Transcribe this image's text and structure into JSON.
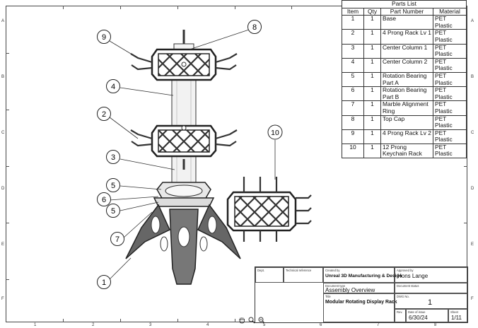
{
  "frame": {
    "rows": [
      "A",
      "B",
      "C",
      "D",
      "E",
      "F"
    ],
    "cols": [
      "1",
      "2",
      "3",
      "4",
      "5",
      "6",
      "7",
      "8"
    ]
  },
  "parts_list": {
    "title": "Parts List",
    "headers": [
      "Item",
      "Qty",
      "Part Number",
      "Material"
    ],
    "rows": [
      {
        "item": "1",
        "qty": "1",
        "part": "Base",
        "material": "PET Plastic"
      },
      {
        "item": "2",
        "qty": "1",
        "part": "4 Prong Rack Lv 1",
        "material": "PET Plastic"
      },
      {
        "item": "3",
        "qty": "1",
        "part": "Center Column 1",
        "material": "PET Plastic"
      },
      {
        "item": "4",
        "qty": "1",
        "part": "Center Column 2",
        "material": "PET Plastic"
      },
      {
        "item": "5",
        "qty": "1",
        "part": "Rotation Bearing Part A",
        "material": "PET Plastic"
      },
      {
        "item": "6",
        "qty": "1",
        "part": "Rotation Bearing Part B",
        "material": "PET Plastic"
      },
      {
        "item": "7",
        "qty": "1",
        "part": "Marble Alignment Ring",
        "material": "PET Plastic"
      },
      {
        "item": "8",
        "qty": "1",
        "part": "Top Cap",
        "material": "PET Plastic"
      },
      {
        "item": "9",
        "qty": "1",
        "part": "4 Prong Rack Lv 2",
        "material": "PET Plastic"
      },
      {
        "item": "10",
        "qty": "1",
        "part": "12 Prong Keychain Rack",
        "material": "PET Plastic"
      }
    ]
  },
  "balloons": [
    "9",
    "8",
    "4",
    "2",
    "3",
    "5",
    "6",
    "5",
    "7",
    "1",
    "10"
  ],
  "title_block": {
    "dept_caption": "Dept.",
    "tech_ref_caption": "Technical reference",
    "created_by_caption": "Created by",
    "created_by": "Unreal 3D Manufacturing & Design",
    "approved_by_caption": "Approved by",
    "approved_by": "Hons Lange",
    "doc_type_caption": "Document type",
    "doc_type": "Assembly Overview",
    "doc_status_caption": "Document status",
    "title_caption": "Title",
    "title": "Modular Rotating Display Rack",
    "dwg_caption": "DWG No.",
    "dwg_no": "1",
    "rev_caption": "Rev.",
    "date_caption": "Date of issue",
    "date": "6/30/24",
    "sheet_caption": "Sheet",
    "sheet": "1/11"
  },
  "toolbar": {
    "icons": [
      "hand-icon",
      "zoom-icon",
      "zoom-out-icon"
    ]
  }
}
